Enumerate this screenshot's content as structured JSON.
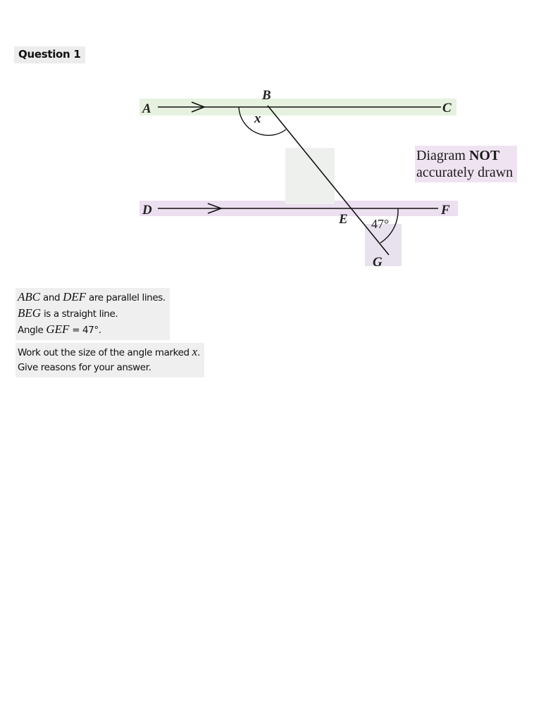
{
  "question": {
    "title": "Question 1"
  },
  "diagram": {
    "points": {
      "a": "A",
      "b": "B",
      "c": "C",
      "d": "D",
      "e": "E",
      "f": "F",
      "g": "G"
    },
    "angle_x_label": "x",
    "angle_gef_label": "47°",
    "note_line1_prefix": "Diagram ",
    "note_line1_bold": "NOT",
    "note_line2": "accurately drawn"
  },
  "statements": {
    "s1_sym": "ABC",
    "s1_mid": " and ",
    "s1_sym2": "DEF",
    "s1_end": " are parallel lines.",
    "s2_sym": "BEG",
    "s2_end": " is a straight line.",
    "s3_pre": "Angle ",
    "s3_sym": "GEF",
    "s3_end": " =  47°."
  },
  "task": {
    "t1_pre": "Work out the size of the angle marked ",
    "t1_sym": "x",
    "t1_end": ".",
    "t2": "Give reasons for your answer."
  }
}
